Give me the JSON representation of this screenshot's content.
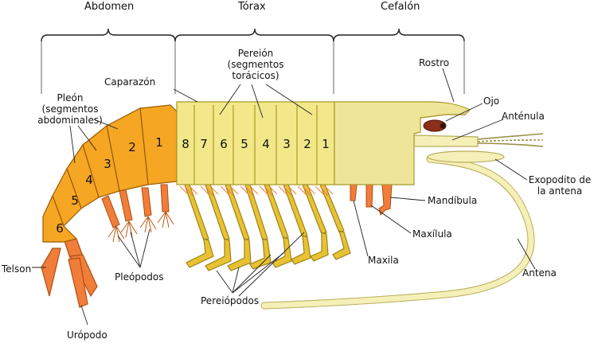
{
  "regions": {
    "abdomen": "Abdomen",
    "torax": "Tórax",
    "cefalon": "Cefalón"
  },
  "labels": {
    "caparazon": "Caparazón",
    "pereion": [
      "Pereión",
      "(segmentos",
      "torácicos)"
    ],
    "pleon": [
      "Pleón",
      "(segmentos",
      "abdominales)"
    ],
    "rostro": "Rostro",
    "ojo": "Ojo",
    "antenula": "Anténula",
    "exopodito": [
      "Exopodito de",
      "la antena"
    ],
    "mandibula": "Mandíbula",
    "maxilula": "Maxílula",
    "maxila": "Maxila",
    "antena": "Antena",
    "telson": "Telson",
    "uropodo": "Urópodo",
    "pleopodos": "Pleópodos",
    "pereiopodos": "Pereiópodos"
  },
  "abdominal_segments": [
    "1",
    "2",
    "3",
    "4",
    "5",
    "6"
  ],
  "thoracic_segments": [
    "8",
    "7",
    "6",
    "5",
    "4",
    "3",
    "2",
    "1"
  ],
  "colors": {
    "abdomen_fill": "#f5a623",
    "abdomen_stroke": "#9a5b00",
    "thorax_fill": "#f2e88a",
    "thorax_stroke": "#a89a28",
    "head_fill": "#efe59a",
    "legs_fill": "#e8c234",
    "appendage_orange": "#f07d3a",
    "antenna_fill": "#f5efb8",
    "eye": "#8b2f1a"
  }
}
